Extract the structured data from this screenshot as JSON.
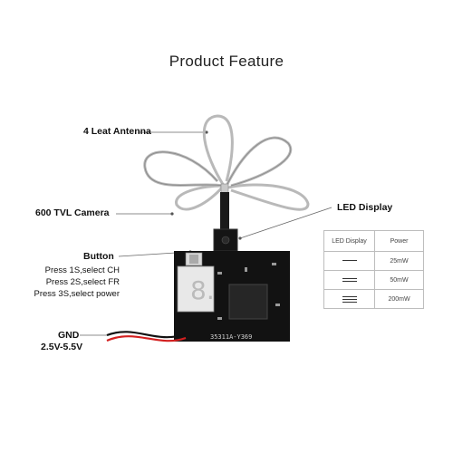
{
  "title": "Product Feature",
  "labels": {
    "antenna": "4 Leat Antenna",
    "camera": "600 TVL Camera",
    "led_display": "LED Display",
    "button": "Button",
    "press1": "Press 1S,select CH",
    "press2": "Press 2S,select FR",
    "press3": "Press 3S,select power",
    "gnd": "GND",
    "voltage": "2.5V-5.5V",
    "board_marking": "35311A-Y369",
    "segment_digit": "8."
  },
  "table": {
    "headers": [
      "LED Display",
      "Power"
    ],
    "rows": [
      {
        "bars": 1,
        "power": "25mW"
      },
      {
        "bars": 2,
        "power": "50mW"
      },
      {
        "bars": 3,
        "power": "200mW"
      }
    ]
  }
}
